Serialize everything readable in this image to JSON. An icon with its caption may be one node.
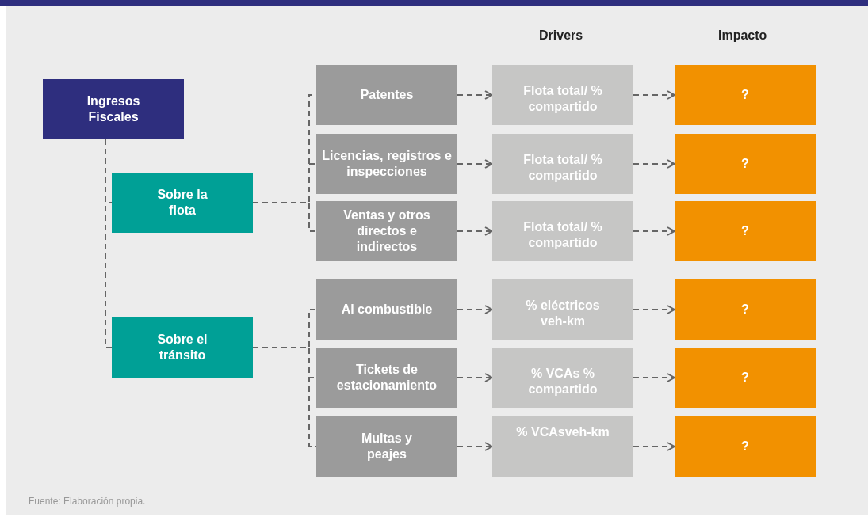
{
  "diagram": {
    "nodes": [
      {
        "text": [
          "Ingresos Fiscales"
        ]
      },
      {
        "text": [
          "Sobre la flota"
        ]
      },
      {
        "text": [
          "Sobre el tránsito"
        ]
      },
      {
        "text": [
          "Patentes"
        ]
      },
      {
        "text": [
          "Licencias, registros e inspecciones"
        ]
      },
      {
        "text": [
          "Ventas y otros directos e indirectos"
        ]
      },
      {
        "text": [
          "Al combustible"
        ]
      },
      {
        "text": [
          "Tickets de estacionamiento"
        ]
      },
      {
        "text": [
          "Multas y peajes"
        ]
      },
      {
        "text": [
          "Flota total/ % compartido"
        ]
      },
      {
        "text": [
          "Flota total/ % compartido"
        ]
      },
      {
        "text": [
          "Flota total/ % compartido"
        ]
      },
      {
        "text": [
          "% eléctricos veh-km"
        ]
      },
      {
        "text": [
          "% VCAs % compartido"
        ]
      },
      {
        "text": [
          "% VCAsveh-km"
        ]
      },
      {
        "text": [
          "?"
        ]
      },
      {
        "text": [
          "?"
        ]
      },
      {
        "text": [
          "?"
        ]
      },
      {
        "text": [
          "?"
        ]
      },
      {
        "text": [
          "?"
        ]
      },
      {
        "text": [
          "?"
        ]
      }
    ],
    "edges": [
      {
        "from": 0,
        "to": 1,
        "arrow": "none",
        "style": "dashed"
      },
      {
        "from": 0,
        "to": 2,
        "arrow": "none",
        "style": "dashed"
      },
      {
        "from": 1,
        "to": 3,
        "arrow": "none",
        "style": "dashed"
      },
      {
        "from": 1,
        "to": 4,
        "arrow": "none",
        "style": "dashed"
      },
      {
        "from": 1,
        "to": 5,
        "arrow": "none",
        "style": "dashed"
      },
      {
        "from": 2,
        "to": 6,
        "arrow": "none",
        "style": "dashed"
      },
      {
        "from": 2,
        "to": 7,
        "arrow": "none",
        "style": "dashed"
      },
      {
        "from": 2,
        "to": 8,
        "arrow": "none",
        "style": "dashed"
      },
      {
        "from": 3,
        "to": 9,
        "arrow": "to",
        "style": "dashed"
      },
      {
        "from": 4,
        "to": 10,
        "arrow": "to",
        "style": "dashed"
      },
      {
        "from": 5,
        "to": 11,
        "arrow": "to",
        "style": "dashed"
      },
      {
        "from": 6,
        "to": 12,
        "arrow": "to",
        "style": "dashed"
      },
      {
        "from": 7,
        "to": 13,
        "arrow": "to",
        "style": "dashed"
      },
      {
        "from": 8,
        "to": 14,
        "arrow": "to",
        "style": "dashed"
      },
      {
        "from": 9,
        "to": 15,
        "arrow": "to",
        "style": "dashed"
      },
      {
        "from": 10,
        "to": 16,
        "arrow": "to",
        "style": "dashed"
      },
      {
        "from": 11,
        "to": 17,
        "arrow": "to",
        "style": "dashed"
      },
      {
        "from": 12,
        "to": 18,
        "arrow": "to",
        "style": "dashed"
      },
      {
        "from": 13,
        "to": 19,
        "arrow": "to",
        "style": "dashed"
      },
      {
        "from": 14,
        "to": 20,
        "arrow": "to",
        "style": "dashed"
      }
    ],
    "labels": [
      "Drivers",
      "Impacto",
      "Fuente: Elaboración propia."
    ]
  }
}
